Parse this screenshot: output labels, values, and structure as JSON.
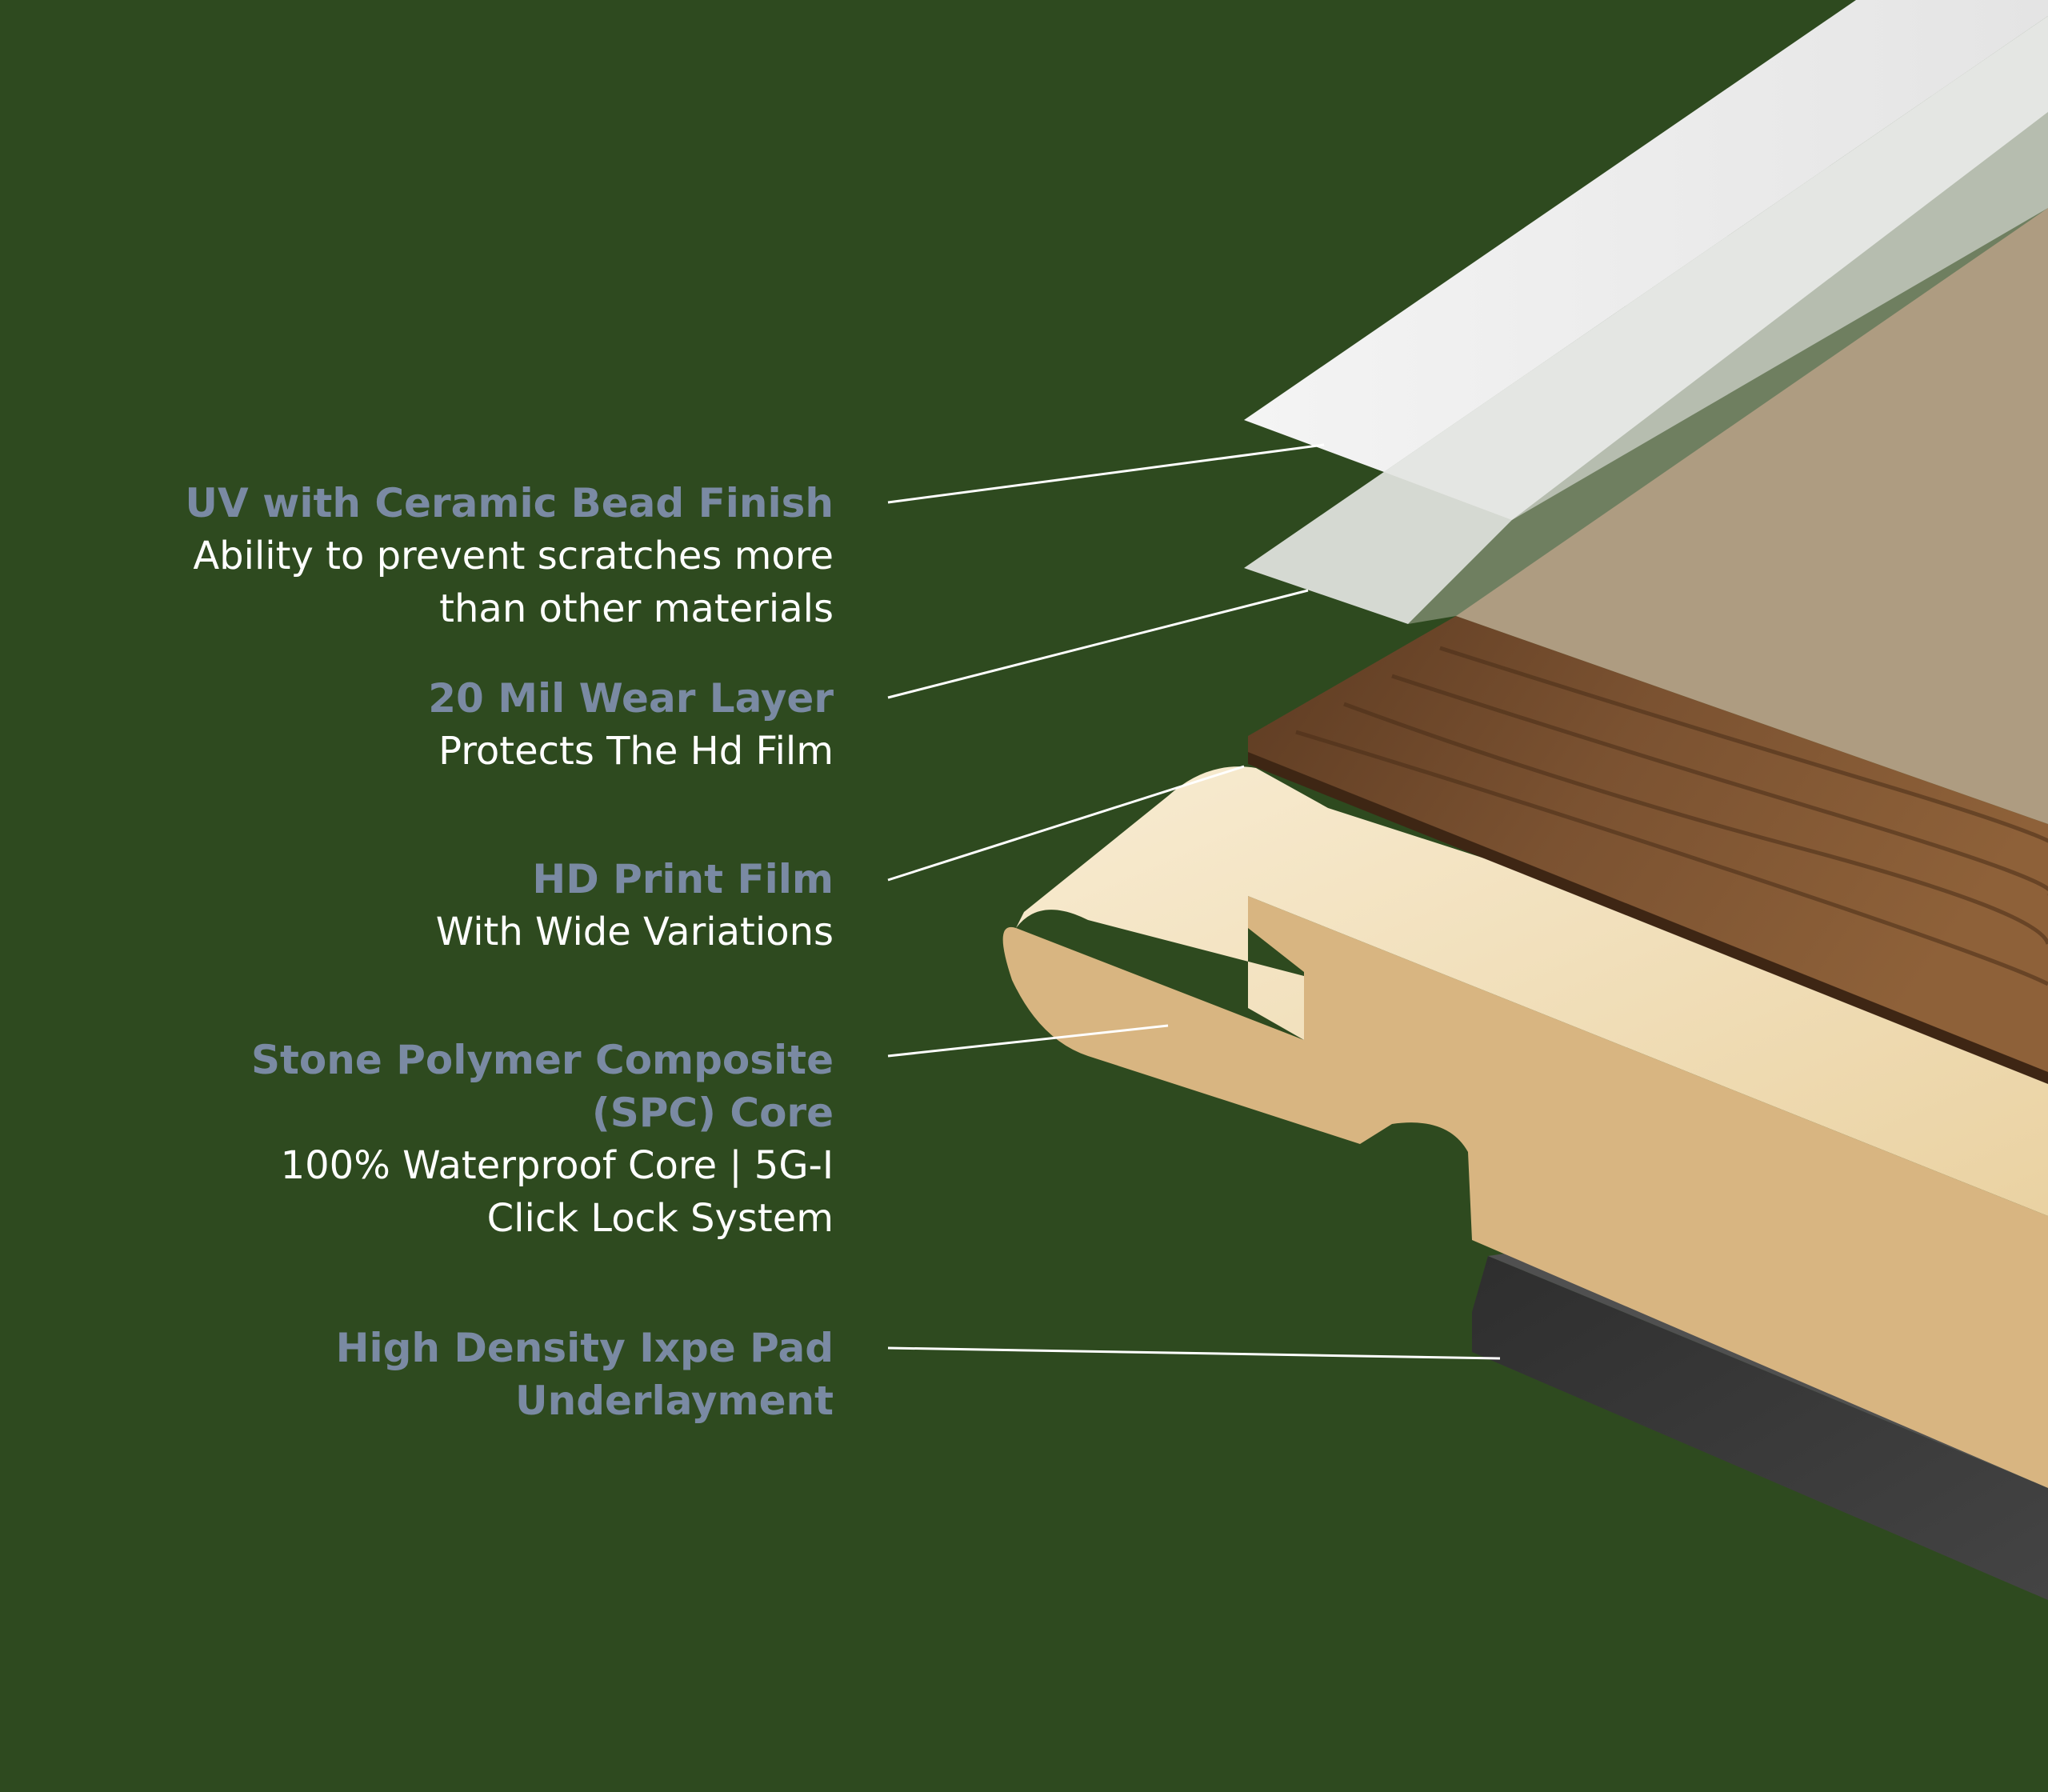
{
  "layers": [
    {
      "title": "UV with Ceramic Bead Finish",
      "description": "Ability to prevent scratches more\nthan other materials"
    },
    {
      "title": "20 Mil Wear Layer",
      "description": "Protects The Hd Film"
    },
    {
      "title": "HD Print Film",
      "description": "With Wide Variations"
    },
    {
      "title": "Stone Polymer Composite\n(SPC) Core",
      "description": "100% Waterproof Core  | 5G-I\nClick Lock System"
    },
    {
      "title": "High Density Ixpe Pad\nUnderlayment",
      "description": ""
    }
  ],
  "colors": {
    "background": "#2e4a1f",
    "title_text": "#7a8aa3",
    "description_text": "#ffffff",
    "uv_layer": "#ececec",
    "wear_layer": "#f3f3f3",
    "print_film_dark": "#6b4527",
    "print_film_light": "#8c5f38",
    "core_top": "#f1deb9",
    "core_side": "#d8b581",
    "pad": "#3a3a3a",
    "leader_line": "#ffffff"
  }
}
